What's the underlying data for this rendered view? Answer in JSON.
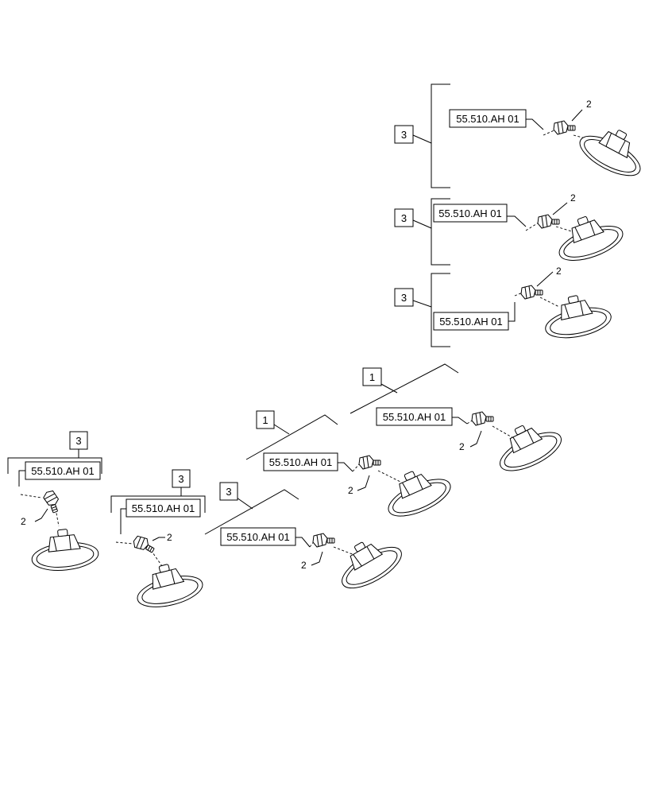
{
  "groups": [
    {
      "callout": "3",
      "ref": "55.510.AH 01",
      "item": "2"
    },
    {
      "callout": "3",
      "ref": "55.510.AH 01",
      "item": "2"
    },
    {
      "callout": "3",
      "ref": "55.510.AH 01",
      "item": "2"
    },
    {
      "callout": "1",
      "ref": "55.510.AH 01",
      "item": "2"
    },
    {
      "callout": "1",
      "ref": "55.510.AH 01",
      "item": "2"
    },
    {
      "callout": "3",
      "ref": "55.510.AH 01",
      "item": "2"
    },
    {
      "callout": "3",
      "ref": "55.510.AH 01",
      "item": "2"
    },
    {
      "callout": "3",
      "ref": "55.510.AH 01",
      "item": "2"
    }
  ]
}
